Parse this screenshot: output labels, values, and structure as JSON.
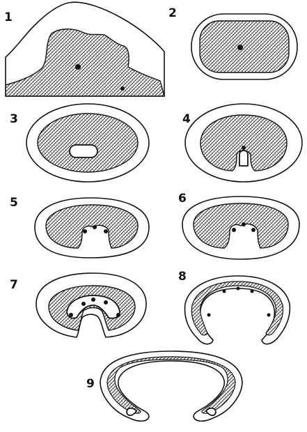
{
  "figure": {
    "panels": [
      {
        "label": "1"
      },
      {
        "label": "2"
      },
      {
        "label": "3"
      },
      {
        "label": "4"
      },
      {
        "label": "5"
      },
      {
        "label": "6"
      },
      {
        "label": "7"
      },
      {
        "label": "8"
      },
      {
        "label": "9"
      }
    ]
  }
}
